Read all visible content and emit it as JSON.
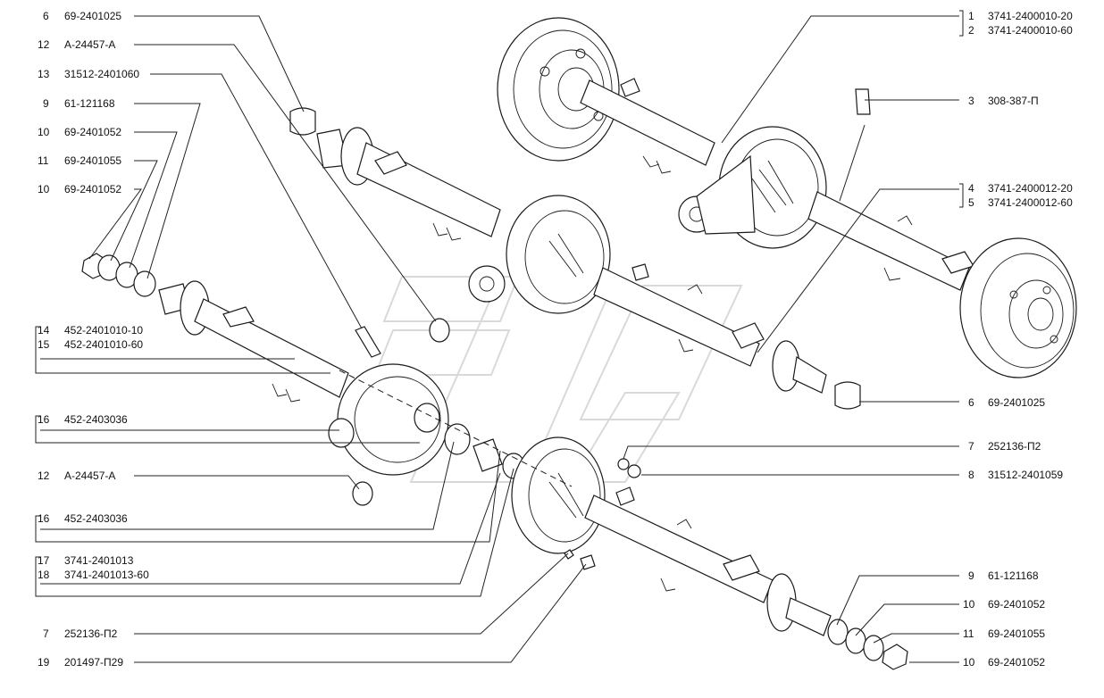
{
  "diagram": {
    "labels_left": [
      {
        "num": "6",
        "code": "69-2401025"
      },
      {
        "num": "12",
        "code": "A-24457-A"
      },
      {
        "num": "13",
        "code": "31512-2401060"
      },
      {
        "num": "9",
        "code": "61-121168"
      },
      {
        "num": "10",
        "code": "69-2401052"
      },
      {
        "num": "11",
        "code": "69-2401055"
      },
      {
        "num": "10",
        "code": "69-2401052"
      },
      {
        "num": "14",
        "code": "452-2401010-10"
      },
      {
        "num": "15",
        "code": "452-2401010-60"
      },
      {
        "num": "16",
        "code": "452-2403036"
      },
      {
        "num": "12",
        "code": "A-24457-A"
      },
      {
        "num": "16",
        "code": "452-2403036"
      },
      {
        "num": "17",
        "code": "3741-2401013"
      },
      {
        "num": "18",
        "code": "3741-2401013-60"
      },
      {
        "num": "7",
        "code": "252136-П2"
      },
      {
        "num": "19",
        "code": "201497-П29"
      }
    ],
    "labels_right": [
      {
        "num": "1",
        "code": "3741-2400010-20"
      },
      {
        "num": "2",
        "code": "3741-2400010-60"
      },
      {
        "num": "3",
        "code": "308-387-П"
      },
      {
        "num": "4",
        "code": "3741-2400012-20"
      },
      {
        "num": "5",
        "code": "3741-2400012-60"
      },
      {
        "num": "6",
        "code": "69-2401025"
      },
      {
        "num": "7",
        "code": "252136-П2"
      },
      {
        "num": "8",
        "code": "31512-2401059"
      },
      {
        "num": "9",
        "code": "61-121168"
      },
      {
        "num": "10",
        "code": "69-2401052"
      },
      {
        "num": "11",
        "code": "69-2401055"
      },
      {
        "num": "10",
        "code": "69-2401052"
      }
    ]
  }
}
